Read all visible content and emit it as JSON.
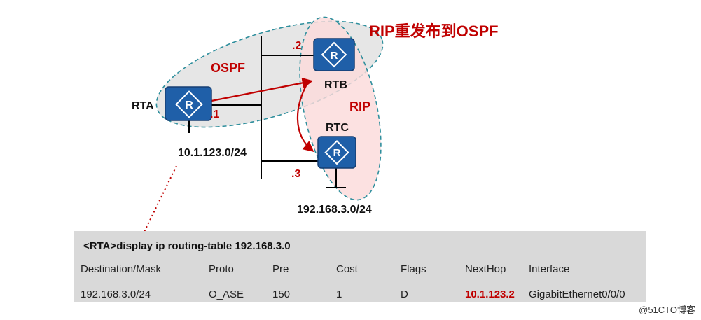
{
  "diagram": {
    "title": "RIP重发布到OSPF",
    "areas": {
      "ospf": "OSPF",
      "rip": "RIP"
    },
    "routers": {
      "rta": "RTA",
      "rtb": "RTB",
      "rtc": "RTC"
    },
    "router_symbol": "R",
    "host_ids": {
      "rta": ".1",
      "rtb": ".2",
      "rtc": ".3"
    },
    "networks": {
      "shared": "10.1.123.0/24",
      "stub": "192.168.3.0/24"
    },
    "colors": {
      "accent_red": "#c00000",
      "router_blue": "#1f5fa8",
      "ospf_area_fill": "#e6e6e6",
      "rip_area_fill": "#fbdada",
      "area_border": "#2f8f9d"
    }
  },
  "cli": {
    "command": "<RTA>display ip routing-table 192.168.3.0",
    "headers": [
      "Destination/Mask",
      "Proto",
      "Pre",
      "Cost",
      "Flags",
      "NextHop",
      "Interface"
    ],
    "row": [
      "192.168.3.0/24",
      "O_ASE",
      "150",
      "1",
      "D",
      "10.1.123.2",
      "GigabitEthernet0/0/0"
    ]
  },
  "watermark": "@51CTO博客"
}
